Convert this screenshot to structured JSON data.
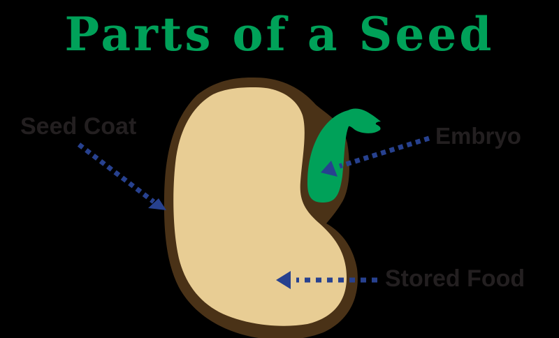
{
  "title": "Parts of a Seed",
  "labels": {
    "seed_coat": "Seed Coat",
    "embryo": "Embryo",
    "stored_food": "Stored Food"
  },
  "colors": {
    "background": "#000000",
    "title": "#00a159",
    "label_text": "#231f20",
    "seed_coat": "#4a3217",
    "stored_food": "#e8cd94",
    "embryo": "#00a159",
    "arrow": "#27418f"
  },
  "arrows": [
    {
      "from_label": "Seed Coat",
      "points_to": "seed-coat"
    },
    {
      "from_label": "Embryo",
      "points_to": "embryo"
    },
    {
      "from_label": "Stored Food",
      "points_to": "stored-food"
    }
  ]
}
